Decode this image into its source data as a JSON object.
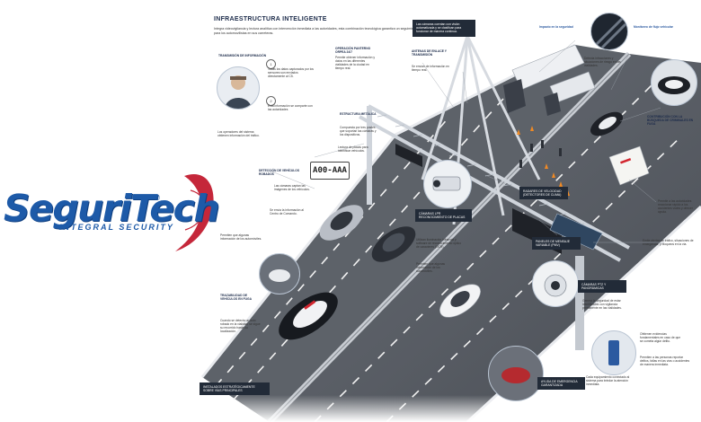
{
  "headline": "INFRAESTRUCTURA INTELIGENTE",
  "intro": "Integra videovigilancia y lectura analítica con intervención inmediata a las autoridades, esta combinación tecnológica garantiza un seguimiento óptimo para los automovilistas en sus carreteras.",
  "logo": {
    "brand": "SeguriTech",
    "tagline": "INTEGRAL SECURITY",
    "reg": "®"
  },
  "plate_text": "A00-AAA",
  "notes": {
    "transmision_title": "TRANSMISIÓN DE INFORMACIÓN",
    "transmision_1": "Todas los datos capturados por los sensores son enviados directamente al C5.",
    "transmision_2": "Esta información se comparte con las autoridades",
    "transmision_3": "Los operadores del sistema obtienen información del tráfico.",
    "camaras_title": "OPERACIÓN PANTERNO ORPEA 24/7",
    "camaras_text": "Permite obtener información y datos en las diferentes vialidades de la ciudad en tiempo real.",
    "estructura_title": "ESTRUCTURA METÁLICA",
    "estructura_text": "Compuesta por tres postes que soportan las cámaras y los dispositivos.",
    "lectura_text": "Lectura de placas para identificar vehículos.",
    "deteccion_title": "DETECCIÓN DE VEHÍCULOS ROBADOS",
    "deteccion_text": "Las cámaras captan las imágenes de los vehículos.",
    "centro_text": "Se envía la información al Centro de Comando.",
    "placas_text": "Permiten que algunas información de los automóviles.",
    "seguimiento_title": "TRAZABILIDAD DE VEHÍCULOS EN FUGA",
    "seguimiento_text": "Cuando se detecta un auto robado en la vialidad, se sigue su recorrido hasta su localización.",
    "instalaciones": "INSTALADOS ESTRATÉGICAMENTE SOBRE VÍAS PRINCIPALES",
    "antenas_title": "ANTENAS DE ENLACE Y TRANSMISIÓN",
    "antenas_text": "Se envían de información en tiempo real.",
    "darkbox_top": "Las cámaras cuentan con visión automatizada y se clasifican para funcionar de manera continua.",
    "impacto_title": "Impacto en la seguridad",
    "monitoreo_title": "Monitoreo de flujo vehicular",
    "deteccion_right": "Detecta infracciones y situaciones de riesgo en las vialidades.",
    "contribucion": "CONTRIBUCIÓN CON LA BÚSQUEDA DE CRIMINALES EN FUGA",
    "accidentes_text": "Permite a las autoridades reaccionar rápido a los accidentes viales y ofrecer ayuda.",
    "alertas_text": "Emite alertas de tráfico, situaciones de emergencia, y bloqueos en la vía.",
    "radares_title": "RADARES DE VELOCIDAD (DETECTORES DE CLIMA)",
    "camaras_lectura": "CÁMARAS LPR RECONOCIMIENTO DE PLACAS",
    "camaras_lectura_text": "Utilizan iluminación infrarroja y software de reconocimiento óptico de caracteres (OCR).",
    "paneles_title": "PANELES DE MENSAJE VARIABLE (PMV)",
    "camaras_ptz": "CÁMARAS PTZ Y PANORÁMICAS",
    "seguridad_text": "Genera la seguridad de estar identificados con vigilancia permanente en las vialidades.",
    "obtiene_text": "Obtienen evidencias fundamentales en caso de que se cometa algún delito.",
    "personas_text": "Permiten a las personas reportar delitos, fallas en las vías o accidentes de manera inmediata.",
    "ayuda_title": "AYUDA DE EMERGENCIA GARANTIZADA",
    "ayuda_text": "Cada equipamiento conectado al sistema para brindar la atención inmediata."
  },
  "colors": {
    "brand_blue": "#1d5aa8",
    "logo_swoosh": "#c5273a",
    "road": "#5b6068",
    "structure": "#d9dde3",
    "headline": "#1c2b4a"
  }
}
